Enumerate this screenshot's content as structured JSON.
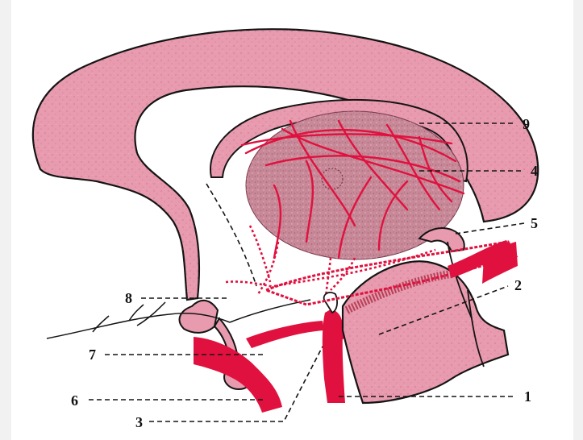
{
  "labels": [
    {
      "id": "label-1",
      "text": "1"
    },
    {
      "id": "label-2",
      "text": "2"
    },
    {
      "id": "label-3",
      "text": "3"
    },
    {
      "id": "label-4",
      "text": "4"
    },
    {
      "id": "label-5",
      "text": "5"
    },
    {
      "id": "label-6",
      "text": "6"
    },
    {
      "id": "label-7",
      "text": "7"
    },
    {
      "id": "label-8",
      "text": "8"
    },
    {
      "id": "label-9",
      "text": "9"
    }
  ],
  "colors": {
    "tissue_fill": "#e89aae",
    "tissue_dark": "#d56f8a",
    "thalamus_fill": "#c88898",
    "artery": "#e0113e",
    "outline": "#141414",
    "background": "#f1f1f1",
    "panel": "#ffffff"
  }
}
